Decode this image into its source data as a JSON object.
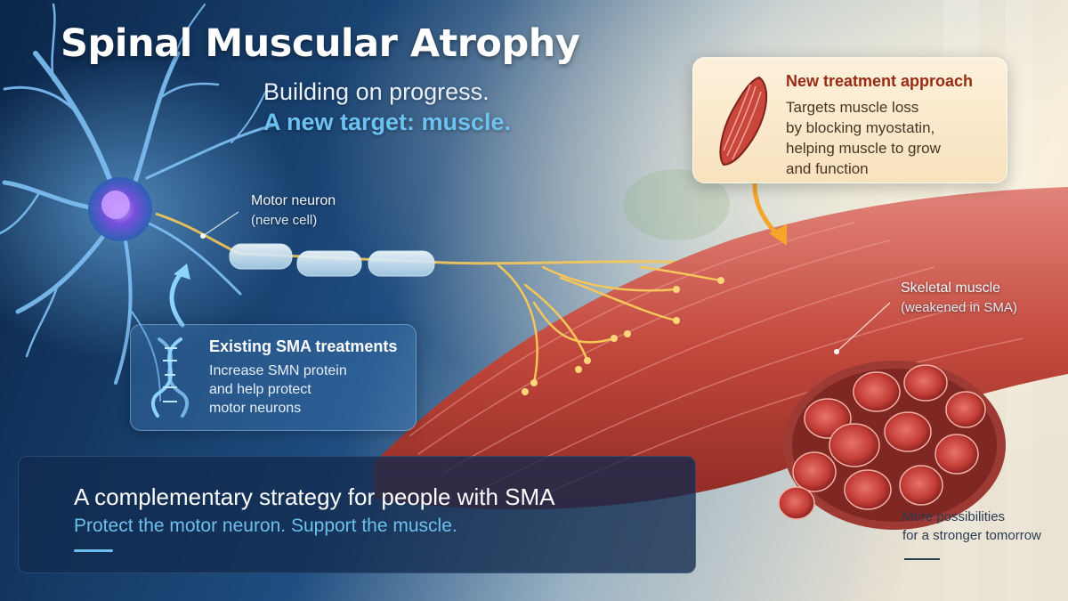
{
  "title": "Spinal Muscular Atrophy",
  "subtitle": {
    "line1": "Building on progress.",
    "line2": "A new target: muscle."
  },
  "labels": {
    "motor_neuron": {
      "name": "Motor neuron",
      "detail": "(nerve cell)"
    },
    "skeletal_muscle": {
      "name": "Skeletal muscle",
      "detail": "(weakened in SMA)"
    }
  },
  "new_treatment": {
    "heading": "New treatment approach",
    "body_lines": [
      "Targets muscle loss",
      "by blocking myostatin,",
      "helping muscle to grow",
      "and function"
    ],
    "icon": "muscle-icon"
  },
  "existing_treatments": {
    "heading": "Existing SMA treatments",
    "body_lines": [
      "Increase SMN protein",
      "and help protect",
      "motor neurons"
    ],
    "icon": "dna-icon"
  },
  "strategy": {
    "heading": "A complementary strategy for people with SMA",
    "subheading": "Protect the motor neuron. Support the muscle."
  },
  "closing": {
    "lines": [
      "More possibilities",
      "for a stronger tomorrow"
    ]
  },
  "colors": {
    "accent_blue": "#6cc3f2",
    "accent_orange": "#f4a62a",
    "muscle_red": "#c24a3e",
    "heading_red": "#9a2a12",
    "panel_navy": "#122a4e"
  }
}
